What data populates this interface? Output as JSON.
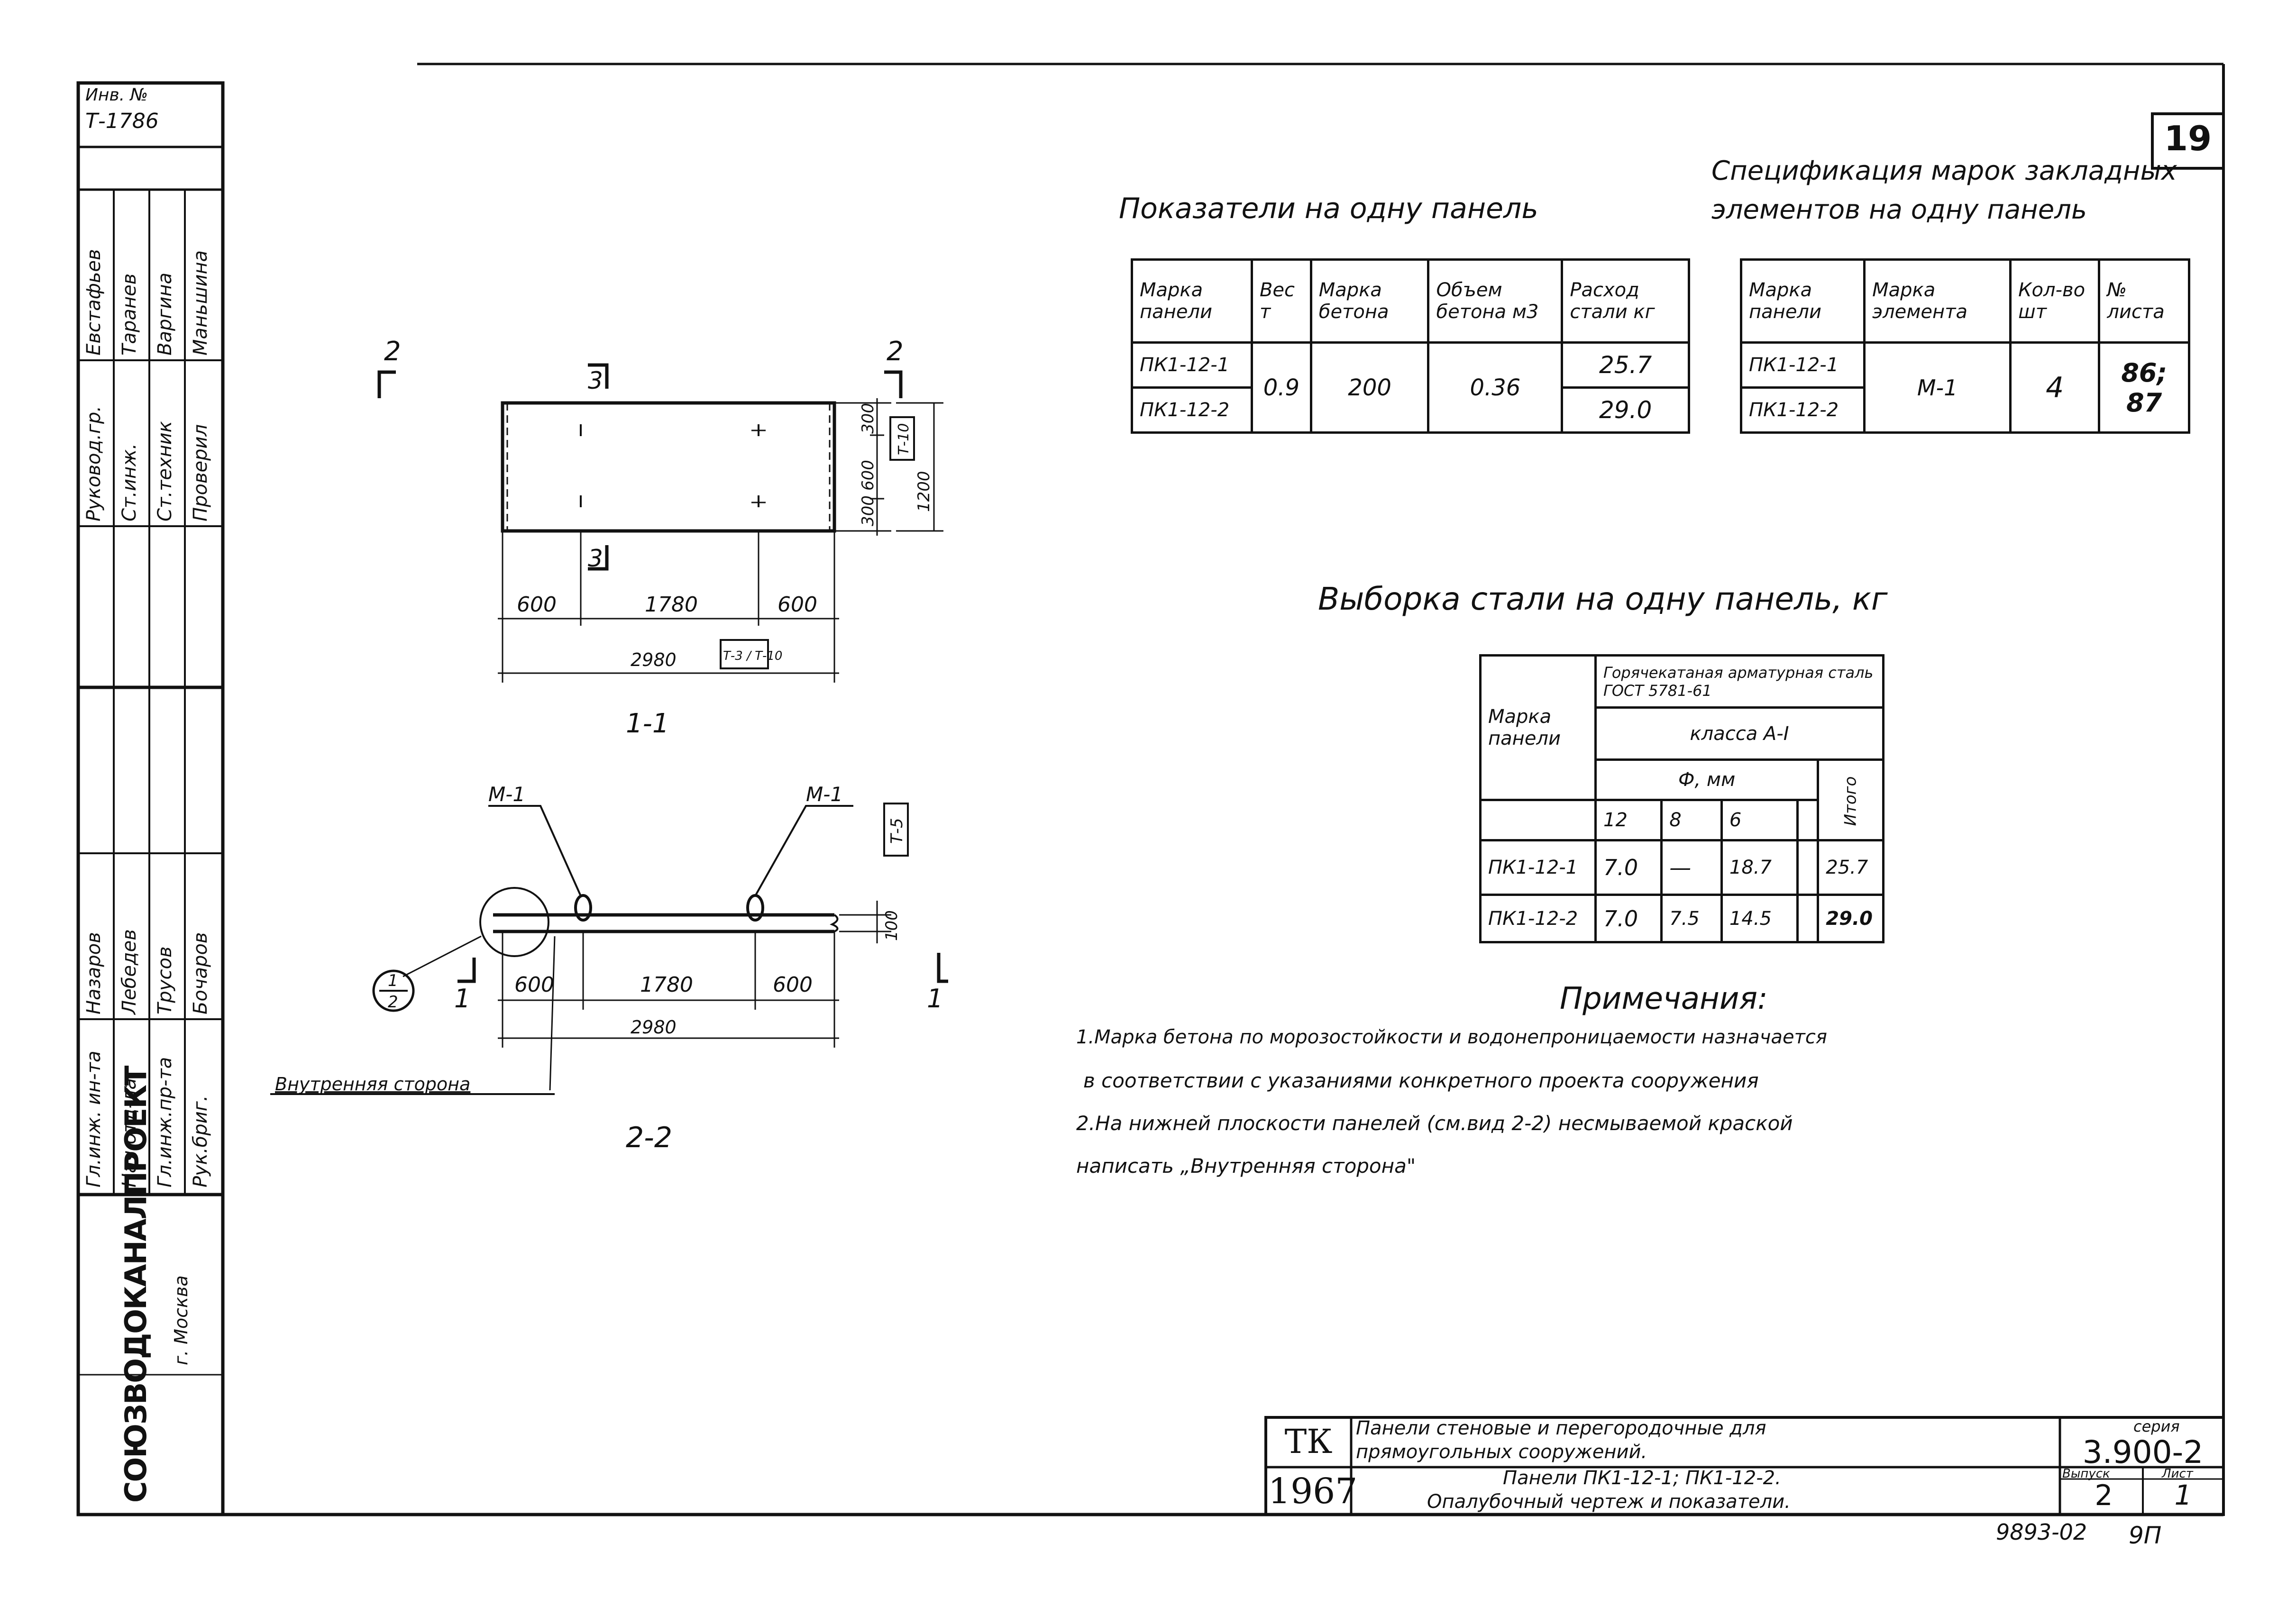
{
  "stamp": {
    "inv_label": "Инв. №",
    "inv_number": "Т-1786",
    "columns": [
      {
        "role": "Гл.инж. ин-та",
        "name": "Назаров"
      },
      {
        "role": "Нач.отд-ла",
        "name": "Лебедев"
      },
      {
        "role": "Гл.инж.пр-та",
        "name": "Трусов"
      },
      {
        "role": "Рук.бриг.",
        "name": "Бочаров"
      },
      {
        "role": "Руковод.гр.",
        "name": "Евстафьев"
      },
      {
        "role": "Ст.инж.",
        "name": "Таранев"
      },
      {
        "role": "Ст.техник",
        "name": "Варгина"
      },
      {
        "role": "Проверил",
        "name": "Маньшина"
      }
    ],
    "organization": "СОЮЗВОДОКАНАЛПРОЕКТ",
    "city": "г. Москва"
  },
  "sheet_no": "19",
  "drawing": {
    "section_mark": "2",
    "mark_3": "3",
    "dims_top": [
      "600",
      "1780",
      "600"
    ],
    "total_top": "2980",
    "height_dims": [
      "300",
      "600",
      "300"
    ],
    "height_total": "1200",
    "ref_top_side": "Т-10",
    "ref_bottom": "Т-3 / Т-10",
    "label_11": "1-1",
    "embed_mark": "М-1",
    "ref_section": "Т-5",
    "thickness": "100",
    "dims_bottom": [
      "600",
      "1780",
      "600"
    ],
    "total_bottom": "2980",
    "section_1": "1",
    "callout_top": "1",
    "callout_bottom": "2",
    "inner_side_label": "Внутренняя сторона",
    "label_22": "2-2"
  },
  "indicators": {
    "title": "Показатели на одну панель",
    "headers": [
      "Марка панели",
      "Вес т",
      "Марка бетона",
      "Объем бетона м3",
      "Расход стали кг"
    ],
    "rows": [
      {
        "mark": "ПК1-12-1",
        "steel": "25.7"
      },
      {
        "mark": "ПК1-12-2",
        "steel": "29.0"
      }
    ],
    "weight": "0.9",
    "concrete": "200",
    "volume": "0.36"
  },
  "spec": {
    "title": "Спецификация марок закладных элементов на одну панель",
    "headers": [
      "Марка панели",
      "Марка элемента",
      "Кол-во шт",
      "№ листа"
    ],
    "marks": [
      "ПК1-12-1",
      "ПК1-12-2"
    ],
    "element": "М-1",
    "qty": "4",
    "sheets": "86; 87"
  },
  "steel": {
    "title": "Выборка стали на одну панель, кг",
    "header_mark": "Марка панели",
    "header_steel": "Горячекатаная арматурная сталь ГОСТ 5781-61",
    "header_class": "класса А-I",
    "header_dia": "Ф, мм",
    "header_total": "Итого",
    "diameters": [
      "12",
      "8",
      "6",
      ""
    ],
    "rows": [
      {
        "mark": "ПК1-12-1",
        "d12": "7.0",
        "d8": "—",
        "d6": "18.7",
        "extra": "",
        "total": "25.7"
      },
      {
        "mark": "ПК1-12-2",
        "d12": "7.0",
        "d8": "7.5",
        "d6": "14.5",
        "extra": "",
        "total": "29.0"
      }
    ]
  },
  "notes": {
    "title": "Примечания:",
    "lines": [
      "1.Марка бетона по морозостойкости и водонепроницаемости назначается",
      "в соответствии с указаниями конкретного проекта сооружения",
      "2.На нижней плоскости панелей (см.вид 2-2) несмываемой краской",
      "написать „Внутренняя сторона\""
    ]
  },
  "title_block": {
    "tk": "ТК",
    "year": "1967",
    "title1": "Панели стеновые и перегородочные для",
    "title2": "прямоугольных сооружений.",
    "title3": "Панели ПК1-12-1; ПК1-12-2.",
    "title4": "Опалубочный чертеж и показатели.",
    "series_label": "серия",
    "series": "3.900-2",
    "issue_label": "Выпуск",
    "issue": "2",
    "sheet_label": "Лист",
    "sheet": "1"
  },
  "footer": {
    "code": "9893-02",
    "page": "9П"
  }
}
